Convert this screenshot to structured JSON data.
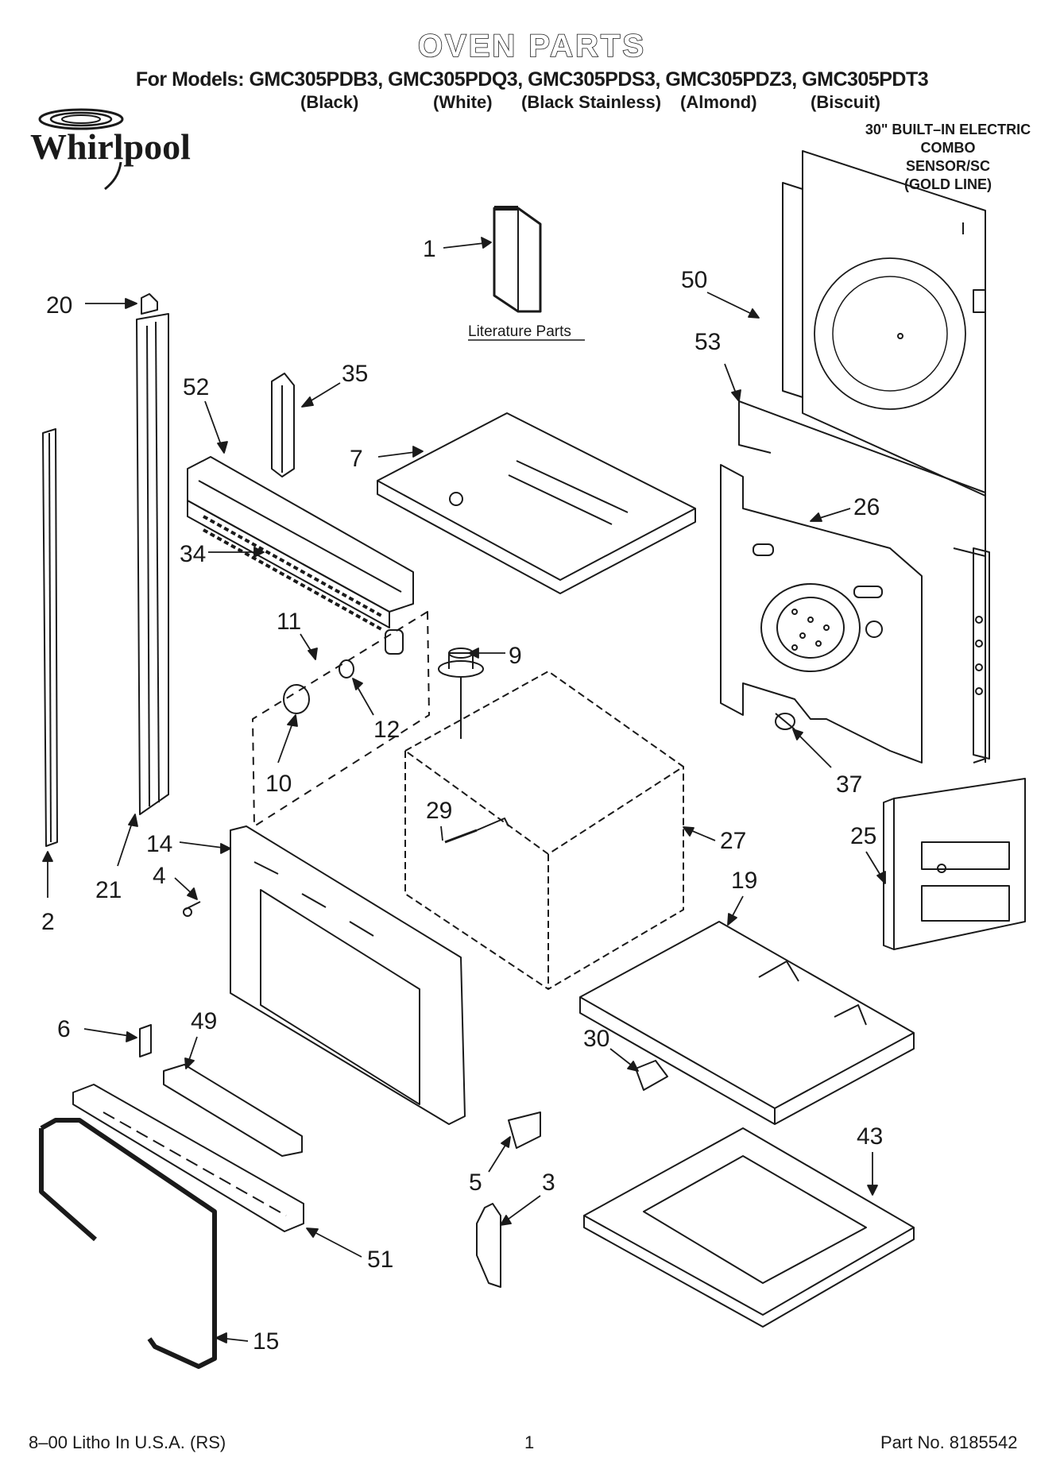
{
  "header": {
    "title": "OVEN PARTS",
    "models_line": "For Models: GMC305PDB3, GMC305PDQ3, GMC305PDS3, GMC305PDZ3, GMC305PDT3",
    "variants": [
      "(Black)",
      "(White)",
      "(Black Stainless)",
      "(Almond)",
      "(Biscuit)"
    ],
    "brand": "Whirlpool",
    "subtitle_lines": [
      "30\" BUILT–IN ELECTRIC",
      "COMBO",
      "SENSOR/SC",
      "(GOLD LINE)"
    ]
  },
  "diagram": {
    "literature_label": "Literature Parts",
    "callouts": [
      "1",
      "2",
      "3",
      "4",
      "5",
      "6",
      "7",
      "9",
      "10",
      "11",
      "12",
      "14",
      "15",
      "19",
      "20",
      "21",
      "25",
      "26",
      "27",
      "29",
      "30",
      "34",
      "35",
      "37",
      "43",
      "49",
      "50",
      "51",
      "52",
      "53"
    ]
  },
  "footer": {
    "left": "8–00 Litho In U.S.A. (RS)",
    "center": "1",
    "right": "Part No. 8185542"
  },
  "colors": {
    "ink": "#1a1a1a",
    "paper": "#ffffff"
  }
}
